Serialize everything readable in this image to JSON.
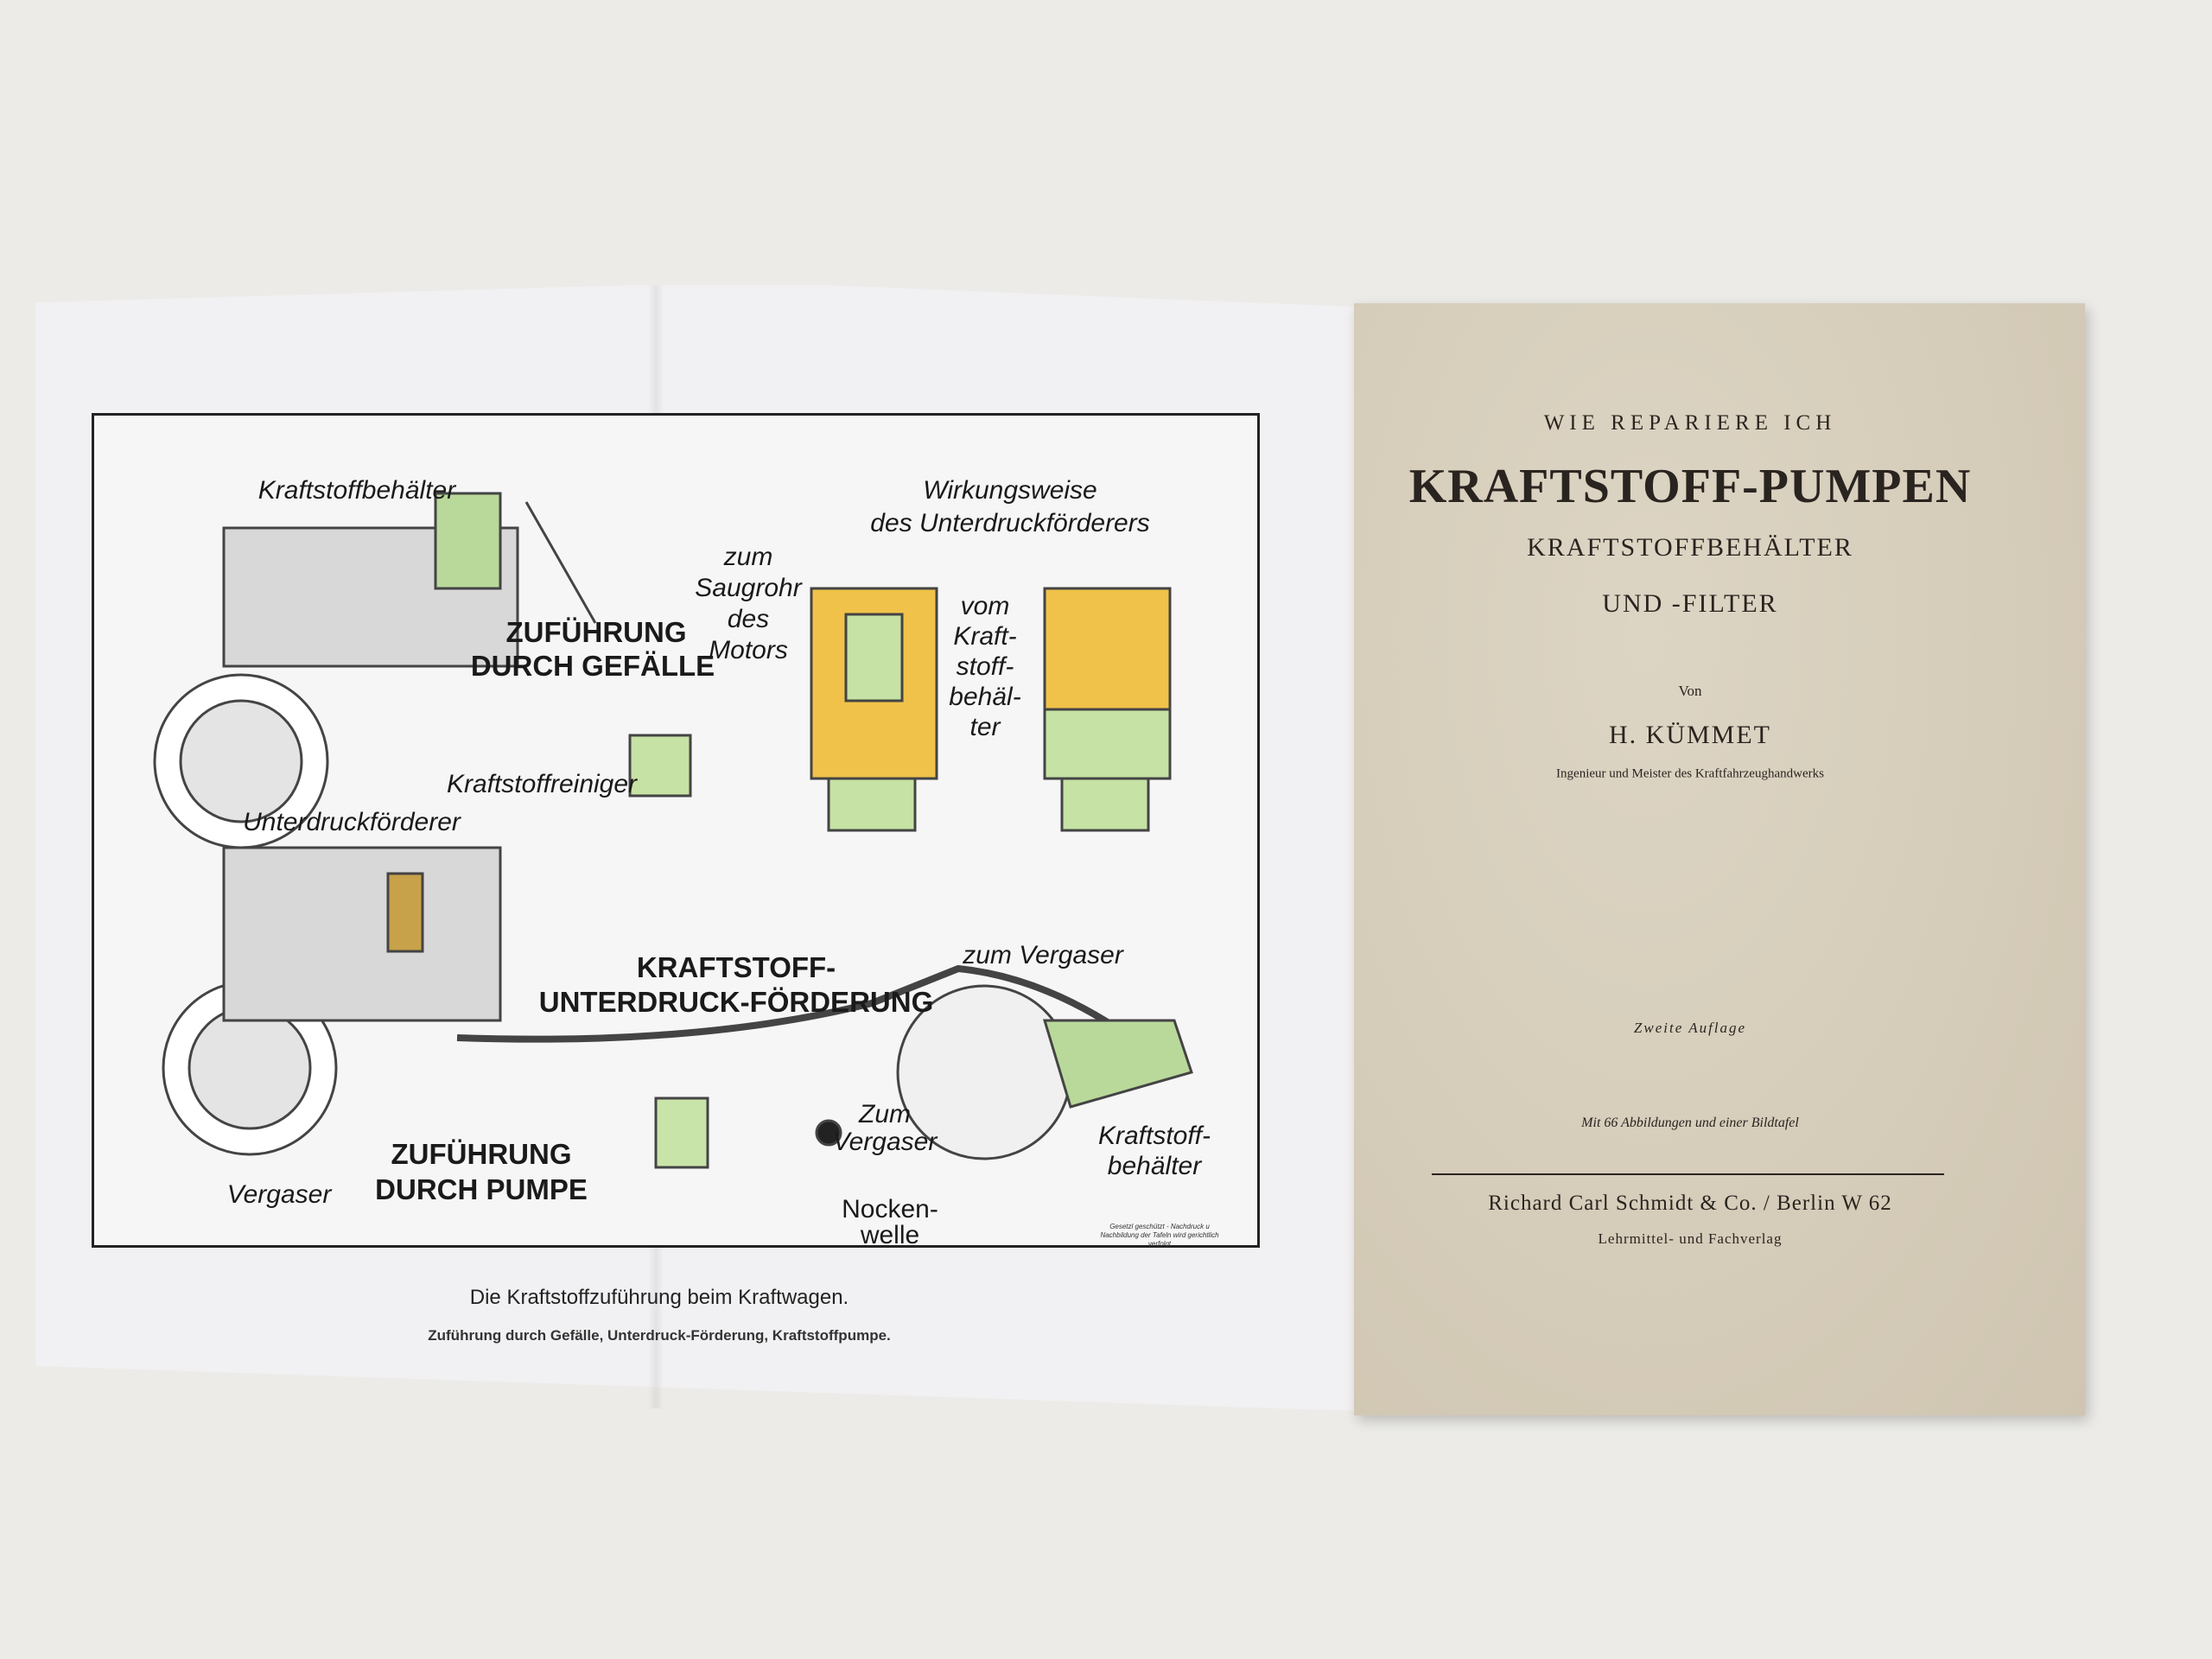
{
  "diagram": {
    "labels": {
      "tank_top": "Kraftstoffbehälter",
      "wirkung1": "Wirkungsweise",
      "wirkung2": "des Unterdruckförderers",
      "saug1": "zum",
      "saug2": "Saugrohr",
      "saug3": "des",
      "saug4": "Motors",
      "vom1": "vom",
      "vom2": "Kraft-",
      "vom3": "stoff-",
      "vom4": "behäl-",
      "vom5": "ter",
      "gef1": "ZUFÜHRUNG",
      "gef2": "DURCH GEFÄLLE",
      "reiniger": "Kraftstoffreiniger",
      "unterdruck": "Unterdruckförderer",
      "zum_vergaser": "zum Vergaser",
      "ku1": "KRAFTSTOFF-",
      "ku2": "UNTERDRUCK-FÖRDERUNG",
      "zv1": "Zum",
      "zv2": "Vergaser",
      "kb1": "Kraftstoff-",
      "kb2": "behälter",
      "pump1": "ZUFÜHRUNG",
      "pump2": "DURCH PUMPE",
      "vergaser": "Vergaser",
      "nock1": "Nocken-",
      "nock2": "welle"
    },
    "copyright": "Gesetzl geschützt - Nachdruck u Nachbildung der Tafeln wird gerichtlich verfolgt",
    "caption": "Die Kraftstoffzuführung beim Kraftwagen.",
    "subcaption": "Zuführung durch Gefälle, Unterdruck-Förderung, Kraftstoffpumpe."
  },
  "title_page": {
    "kicker": "WIE REPARIERE ICH",
    "title": "KRAFTSTOFF-PUMPEN",
    "subtitle1": "KRAFTSTOFFBEHÄLTER",
    "subtitle2": "UND -FILTER",
    "by": "Von",
    "author": "H. KÜMMET",
    "author_desc": "Ingenieur und Meister des Kraftfahrzeughandwerks",
    "edition": "Zweite Auflage",
    "illustrations": "Mit 66 Abbildungen und einer Bildtafel",
    "publisher": "Richard Carl Schmidt & Co. / Berlin W 62",
    "publisher_desc": "Lehrmittel- und Fachverlag"
  }
}
